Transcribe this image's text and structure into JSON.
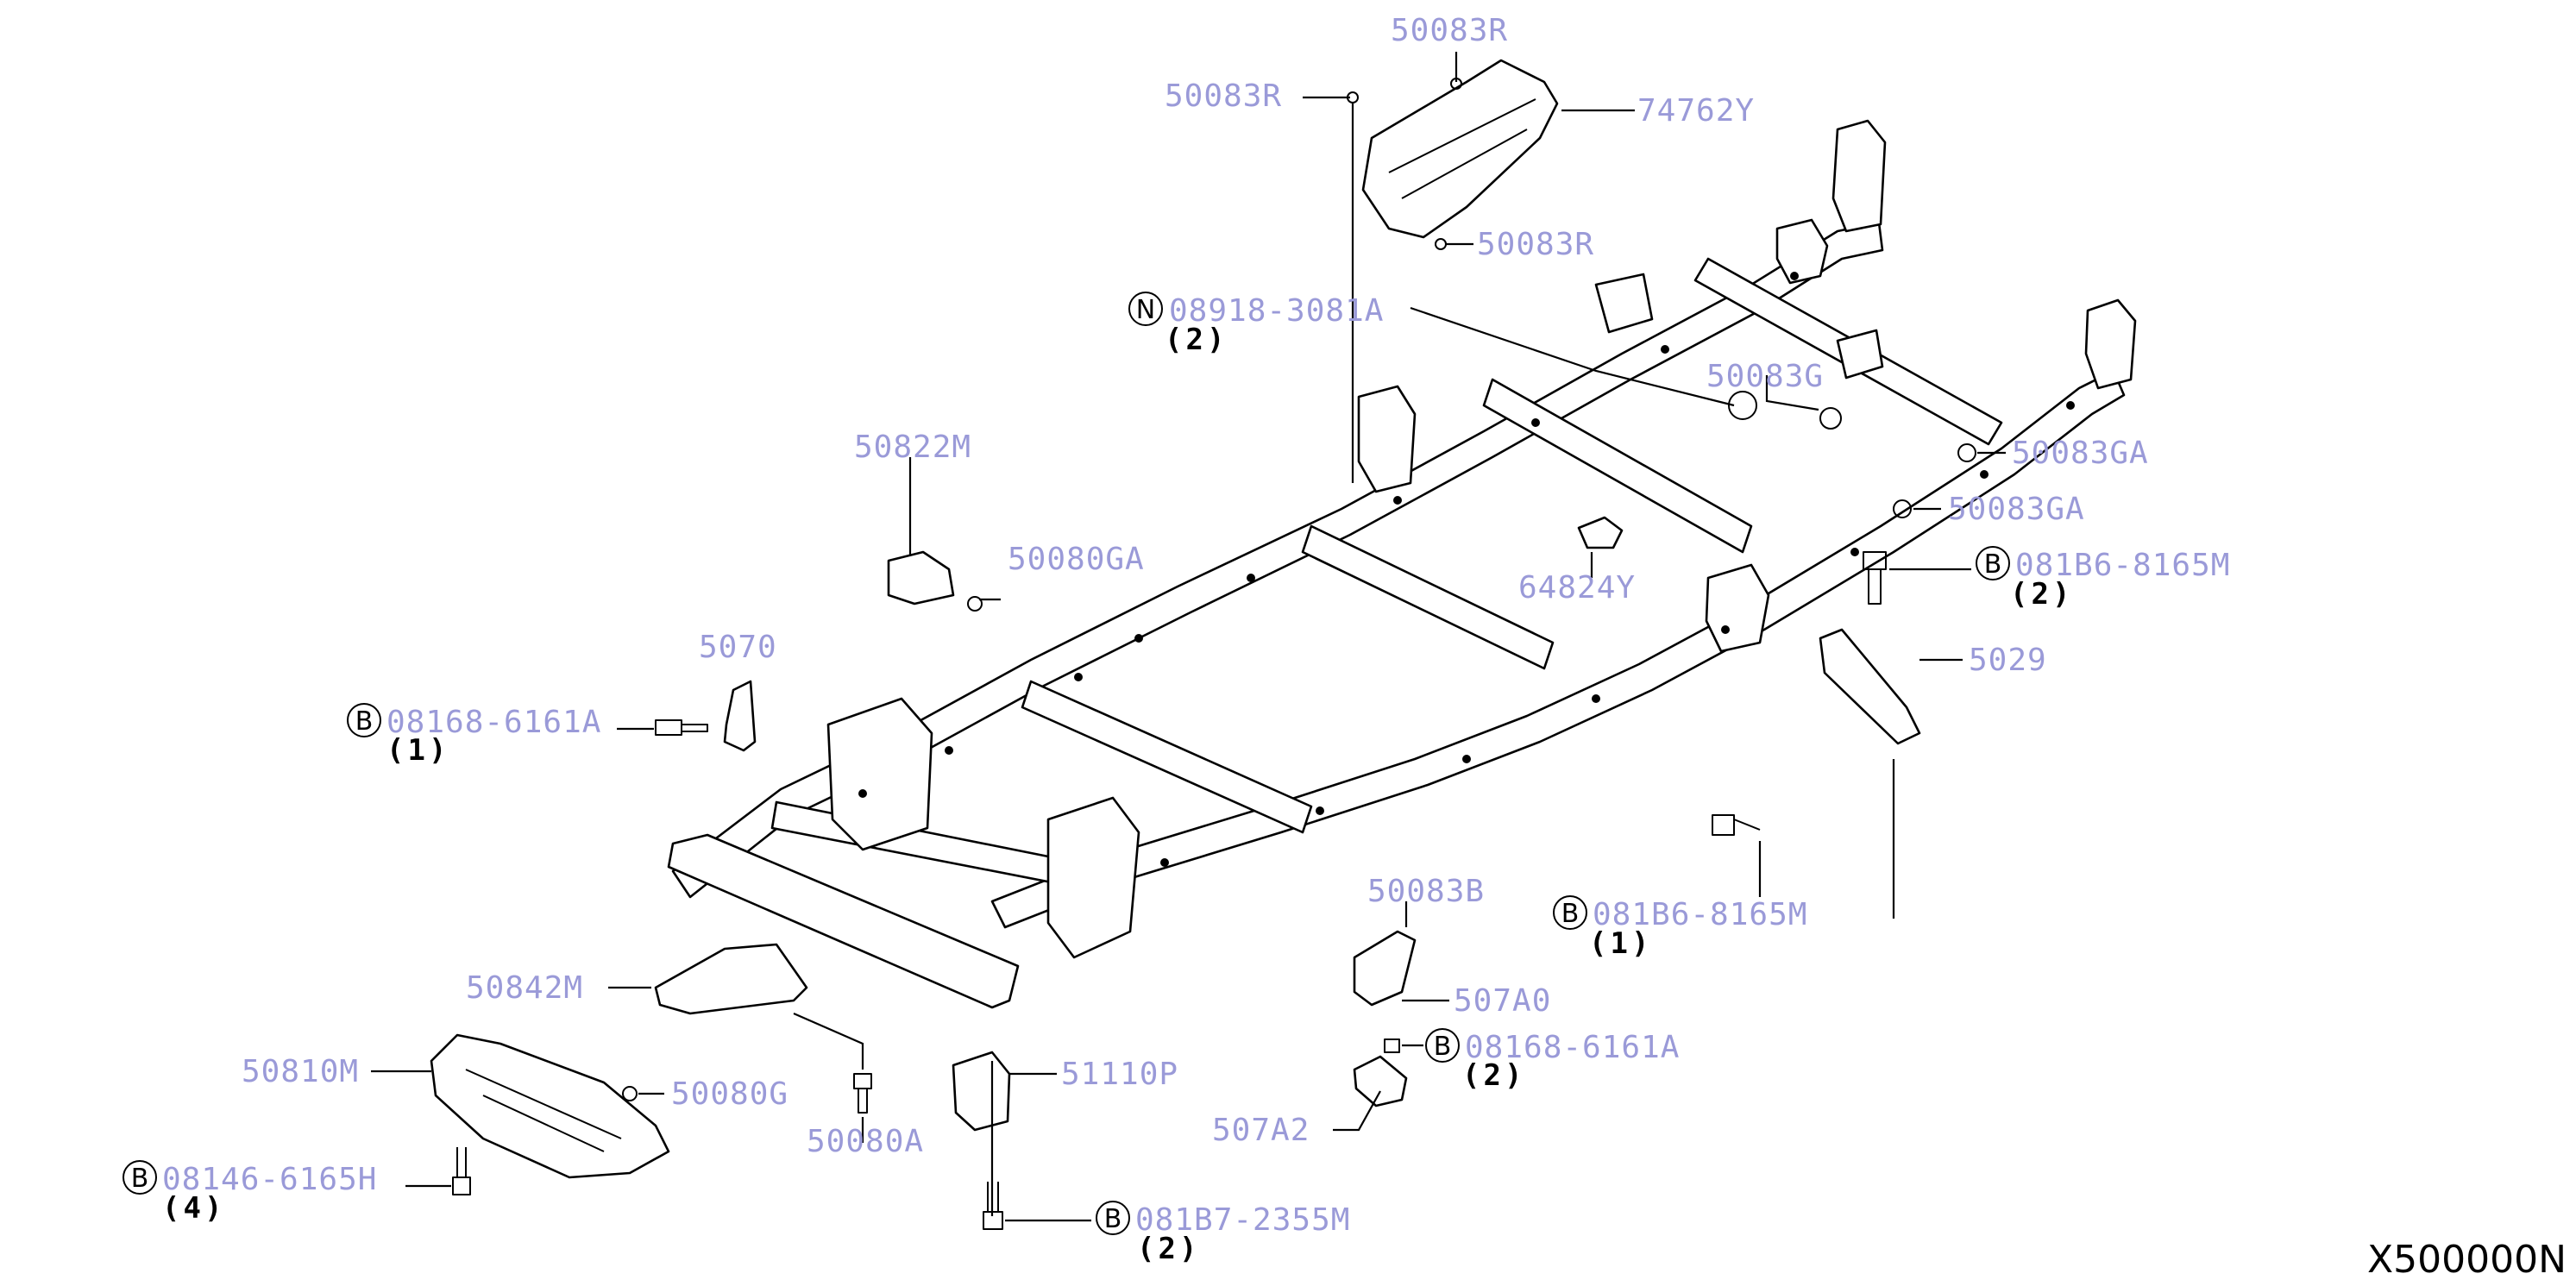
{
  "diagram_code": "X500000N",
  "colors": {
    "part_number": "#9a9ad8",
    "line": "#000000",
    "background": "#ffffff"
  },
  "callouts": {
    "p50083R_top": {
      "part": "50083R"
    },
    "p50083R_left": {
      "part": "50083R"
    },
    "p74762Y": {
      "part": "74762Y"
    },
    "p50083R_bottom": {
      "part": "50083R"
    },
    "p08918": {
      "marker": "N",
      "part": "08918-3081A",
      "qty": "(2)"
    },
    "p50083G": {
      "part": "50083G"
    },
    "p50083GA_1": {
      "part": "50083GA"
    },
    "p50083GA_2": {
      "part": "50083GA"
    },
    "p50822M": {
      "part": "50822M"
    },
    "p50080GA": {
      "part": "50080GA"
    },
    "p081B6_top": {
      "marker": "B",
      "part": "081B6-8165M",
      "qty": "(2)"
    },
    "p64824Y": {
      "part": "64824Y"
    },
    "p5029x": {
      "part": "5029"
    },
    "p5070x": {
      "part": "5070"
    },
    "p08168_left": {
      "marker": "B",
      "part": "08168-6161A",
      "qty": "(1)"
    },
    "p50083B": {
      "part": "50083B"
    },
    "p081B6_bottom": {
      "marker": "B",
      "part": "081B6-8165M",
      "qty": "(1)"
    },
    "p507A0": {
      "part": "507A0"
    },
    "p50842M": {
      "part": "50842M"
    },
    "p08168_right": {
      "marker": "B",
      "part": "08168-6161A",
      "qty": "(2)"
    },
    "p50810M": {
      "part": "50810M"
    },
    "p50080G": {
      "part": "50080G"
    },
    "p51110P": {
      "part": "51110P"
    },
    "p507A2": {
      "part": "507A2"
    },
    "p50080A": {
      "part": "50080A"
    },
    "p08146": {
      "marker": "B",
      "part": "08146-6165H",
      "qty": "(4)"
    },
    "p081B7": {
      "marker": "B",
      "part": "081B7-2355M",
      "qty": "(2)"
    }
  }
}
